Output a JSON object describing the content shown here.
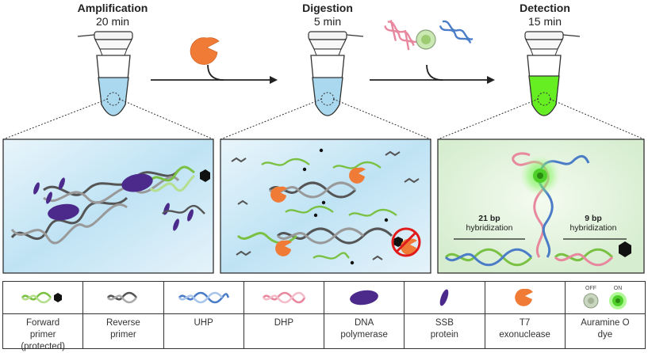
{
  "stages": [
    {
      "name": "Amplification",
      "time": "20 min"
    },
    {
      "name": "Digestion",
      "time": "5 min"
    },
    {
      "name": "Detection",
      "time": "15 min"
    }
  ],
  "detection_panel": {
    "left_hybrid_bp": "21 bp",
    "left_hybrid_word": "hybridization",
    "right_hybrid_bp": "9 bp",
    "right_hybrid_word": "hybridization"
  },
  "legend": [
    {
      "icon": "forward-primer-icon",
      "line1": "Forward",
      "line2": "primer",
      "line3": "(protected)"
    },
    {
      "icon": "reverse-primer-icon",
      "line1": "Reverse",
      "line2": "primer",
      "line3": ""
    },
    {
      "icon": "uhp-icon",
      "line1": "UHP",
      "line2": "",
      "line3": ""
    },
    {
      "icon": "dhp-icon",
      "line1": "DHP",
      "line2": "",
      "line3": ""
    },
    {
      "icon": "dna-polymerase-icon",
      "line1": "DNA",
      "line2": "polymerase",
      "line3": ""
    },
    {
      "icon": "ssb-protein-icon",
      "line1": "SSB",
      "line2": "protein",
      "line3": ""
    },
    {
      "icon": "t7-exonuclease-icon",
      "line1": "T7",
      "line2": "exonuclease",
      "line3": ""
    },
    {
      "icon": "auramine-dye-icon",
      "line1": "Auramine O",
      "line2": "dye",
      "line3": "",
      "off": "OFF",
      "on": "ON"
    }
  ],
  "colors": {
    "green_strand": "#7ac143",
    "gray_strand": "#555555",
    "blue_strand": "#4a7cc7",
    "pink_strand": "#e8889e",
    "polymerase": "#4b2a8c",
    "exonuclease": "#f07b36",
    "tube_liquid_blue": "#a9d8ef",
    "tube_liquid_green": "#66ee22"
  }
}
